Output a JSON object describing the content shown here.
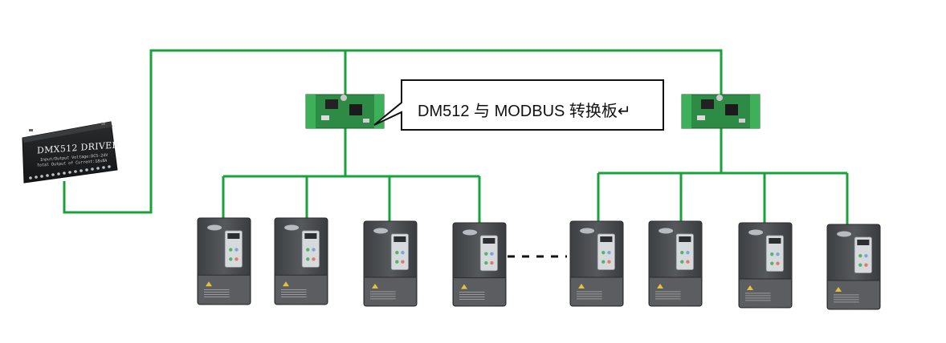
{
  "callout": {
    "text": "DM512 与 MODBUS 转换板↵"
  },
  "dmx_driver": {
    "title": "DMX512 DRIVER",
    "line1": "Input/Output Voltage:DC5-24V",
    "line2": "Total Output of Current:18x8A"
  },
  "colors": {
    "wire": "#1aa23a",
    "board": "#2e8b45",
    "inverter_body": "#4d4f52",
    "inverter_lower": "#5b5d60",
    "keypad": "#d7dadc"
  },
  "icons": {
    "driver": "dmx512-driver-box",
    "board": "converter-board",
    "inverter": "frequency-inverter",
    "ellipsis": "dashed-continuation"
  }
}
